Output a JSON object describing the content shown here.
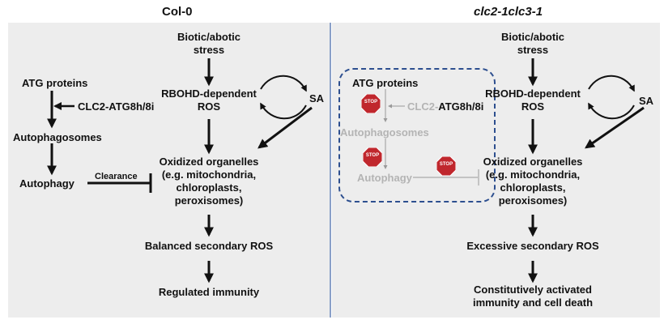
{
  "titles": {
    "left": "Col-0",
    "right": "clc2-1clc3-1"
  },
  "left": {
    "stress_line1": "Biotic/abotic",
    "stress_line2": "stress",
    "rbohd_line1": "RBOHD-dependent",
    "rbohd_line2": "ROS",
    "sa": "SA",
    "atg_proteins": "ATG proteins",
    "clc2": "CLC2-ATG8h/8i",
    "autophagosomes": "Autophagosomes",
    "autophagy": "Autophagy",
    "clearance": "Clearance",
    "oxidized_line1": "Oxidized organelles",
    "oxidized_line2": "(e.g. mitochondria,",
    "oxidized_line3": "chloroplasts,",
    "oxidized_line4": "peroxisomes)",
    "secondary_ros": "Balanced secondary ROS",
    "immunity": "Regulated immunity"
  },
  "right": {
    "stress_line1": "Biotic/abotic",
    "stress_line2": "stress",
    "rbohd_line1": "RBOHD-dependent",
    "rbohd_line2": "ROS",
    "sa": "SA",
    "atg_proteins": "ATG proteins",
    "clc2_gray": "CLC2-",
    "clc2_dark": "ATG8h/8i",
    "autophagosomes": "Autophagosomes",
    "autophagy": "Autophagy",
    "stop": "STOP",
    "oxidized_line1": "Oxidized organelles",
    "oxidized_line2": "(e.g. mitochondria,",
    "oxidized_line3": "chloroplasts,",
    "oxidized_line4": "peroxisomes)",
    "secondary_ros": "Excessive secondary ROS",
    "immunity_line1": "Constitutively activated",
    "immunity_line2": "immunity and cell death"
  },
  "colors": {
    "panel_bg": "#ededed",
    "divider": "#8aa0c8",
    "dashed_box": "#2d4f8f",
    "stop_sign": "#c0272d",
    "gray_text": "#b4b4b4"
  }
}
